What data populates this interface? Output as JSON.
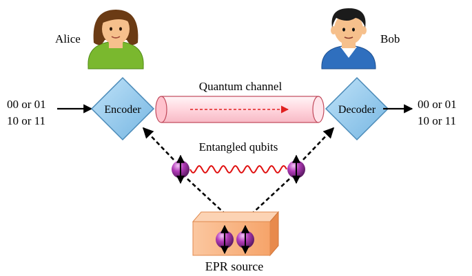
{
  "labels": {
    "alice": "Alice",
    "bob": "Bob",
    "encoder": "Encoder",
    "decoder": "Decoder",
    "quantum_channel": "Quantum channel",
    "entangled_qubits": "Entangled qubits",
    "epr_source": "EPR source",
    "input_line1": "00 or 01",
    "input_line2": "10 or 11",
    "output_line1": "00 or 01",
    "output_line2": "10 or 11"
  },
  "colors": {
    "diamond_fill": "#8ec8ee",
    "diamond_stroke": "#4a8ab8",
    "channel_fill": "#ffdde3",
    "channel_stroke": "#c0485a",
    "channel_arrow": "#e02020",
    "wave": "#e01010",
    "qubit": "#b23bb8",
    "source_box": "#f8a872",
    "alice_shirt": "#7ab82e",
    "alice_hair": "#6b3b14",
    "bob_shirt": "#2f6fbe",
    "bob_hair": "#1b1b1b",
    "skin": "#f6c08c"
  },
  "icons": {
    "alice": "woman-avatar-icon",
    "bob": "man-avatar-icon",
    "qubit": "qubit-sphere-icon",
    "source": "epr-source-box-icon"
  }
}
